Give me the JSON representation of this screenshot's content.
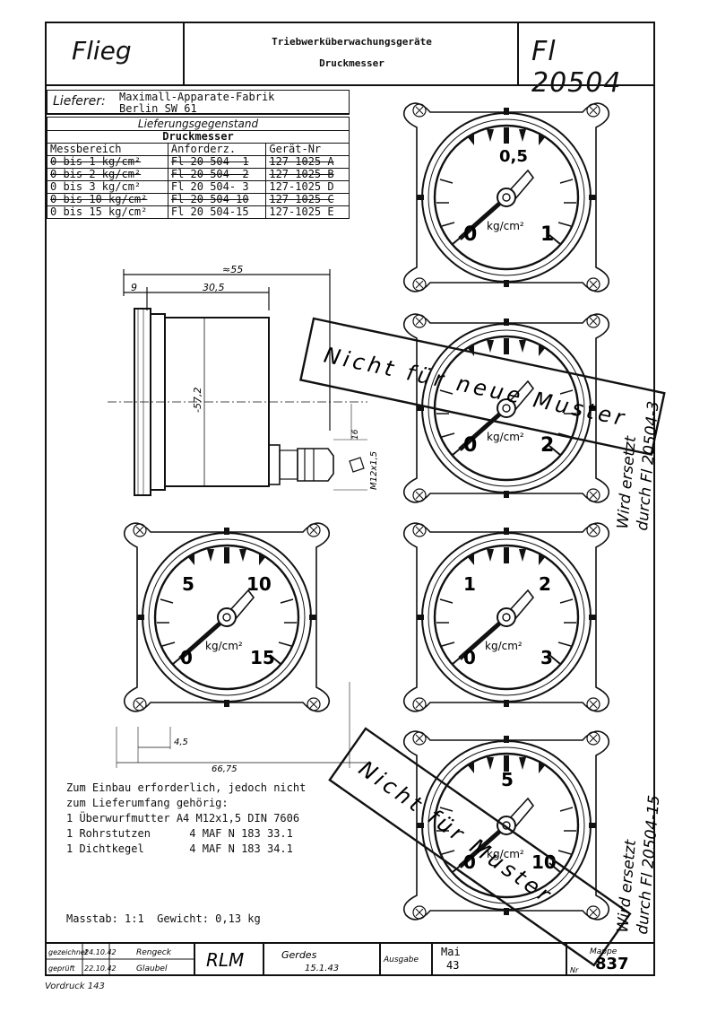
{
  "header": {
    "brand": "Flieg",
    "title_line1": "Triebwerküberwachungsgeräte",
    "title_line2": "Druckmesser",
    "number": "Fl 20504"
  },
  "supplier": {
    "label": "Lieferer:",
    "name": "Maximall-Apparate-Fabrik",
    "city": "Berlin SW 61"
  },
  "delivery_item": {
    "label": "Lieferungsgegenstand",
    "value": "Druckmesser"
  },
  "table": {
    "headers": [
      "Messbereich",
      "Anforderz.",
      "Gerät-Nr"
    ],
    "rows": [
      {
        "range": "0 bis  1 kg/cm²",
        "req": "Fl 20 504- 1",
        "dev": "127-1025 A",
        "struck": true
      },
      {
        "range": "0 bis  2 kg/cm²",
        "req": "Fl 20 504- 2",
        "dev": "127-1025 B",
        "struck": true
      },
      {
        "range": "0 bis  3 kg/cm²",
        "req": "Fl 20 504- 3",
        "dev": "127-1025 D",
        "struck": false
      },
      {
        "range": "0 bis 10 kg/cm²",
        "req": "Fl 20 504-10",
        "dev": "127-1025 C",
        "struck": true
      },
      {
        "range": "0 bis 15 kg/cm²",
        "req": "Fl 20 504-15",
        "dev": "127-1025 E",
        "struck": false
      }
    ]
  },
  "dimensions": {
    "d55": "≈55",
    "d9": "9",
    "d30": "30,5",
    "d57": "-57,2",
    "d16": "16",
    "thread": "M12x1,5",
    "d45": "4,5",
    "d66": "66,75"
  },
  "gauges": [
    {
      "labels": [
        "0,5",
        "0",
        "1"
      ],
      "unit": "kg/cm²"
    },
    {
      "labels": [
        "0",
        "2"
      ],
      "unit": "kg/cm²"
    },
    {
      "labels": [
        "5",
        "10",
        "0",
        "15"
      ],
      "unit": "kg/cm²"
    },
    {
      "labels": [
        "1",
        "2",
        "0",
        "3"
      ],
      "unit": "kg/cm²"
    },
    {
      "labels": [
        "5",
        "0",
        "10"
      ],
      "unit": "kg/cm²"
    }
  ],
  "stamps": {
    "stamp1": "Nicht für neue Muster",
    "stamp2": "Nicht für Muster",
    "note1_a": "Wird ersetzt",
    "note1_b": "durch Fl 20504-3",
    "note2_a": "Wird ersetzt",
    "note2_b": "durch Fl 20504-15"
  },
  "notes": {
    "line1": "Zum Einbau erforderlich, jedoch nicht",
    "line2": "zum Lieferumfang gehörig:",
    "line3": "1 Überwurfmutter A4 M12x1,5 DIN 7606",
    "line4": "1 Rohrstutzen      4 MAF N 183 33.1",
    "line5": "1 Dichtkegel       4 MAF N 183 34.1",
    "scale": "Masstab: 1:1  Gewicht: 0,13 kg"
  },
  "title_block": {
    "drawn_label": "gezeichnet",
    "drawn_date": "24.10.42",
    "drawn_name": "Rengeck",
    "checked_label": "geprüft",
    "checked_date": "22.10.42",
    "checked_name": "Glaubel",
    "rlm": "RLM",
    "approval_sig": "Gerdes",
    "approval_date": "15.1.43",
    "ausgabe_label": "Ausgabe",
    "month": "Mai",
    "year": "43",
    "mappe_label": "Mappe",
    "nr_label": "Nr",
    "nr_value": "837"
  },
  "footer": {
    "vordruck": "Vordruck 143"
  }
}
